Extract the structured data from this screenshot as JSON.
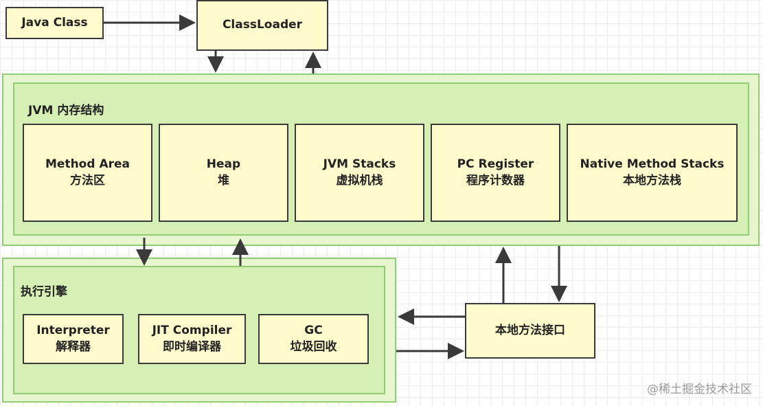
{
  "java_class": "Java Class",
  "class_loader": "ClassLoader",
  "jvm_memory": {
    "title": "JVM 内存结构",
    "areas": [
      {
        "en": "Method Area",
        "zh": "方法区"
      },
      {
        "en": "Heap",
        "zh": "堆"
      },
      {
        "en": "JVM Stacks",
        "zh": "虚拟机栈"
      },
      {
        "en": "PC Register",
        "zh": "程序计数器"
      },
      {
        "en": "Native Method Stacks",
        "zh": "本地方法栈"
      }
    ]
  },
  "execution_engine": {
    "title": "执行引擎",
    "components": [
      {
        "en": "Interpreter",
        "zh": "解释器"
      },
      {
        "en": "JIT Compiler",
        "zh": "即时编译器"
      },
      {
        "en": "GC",
        "zh": "垃圾回收"
      }
    ]
  },
  "native_interface": "本地方法接口",
  "watermark": "@稀土掘金技术社区"
}
